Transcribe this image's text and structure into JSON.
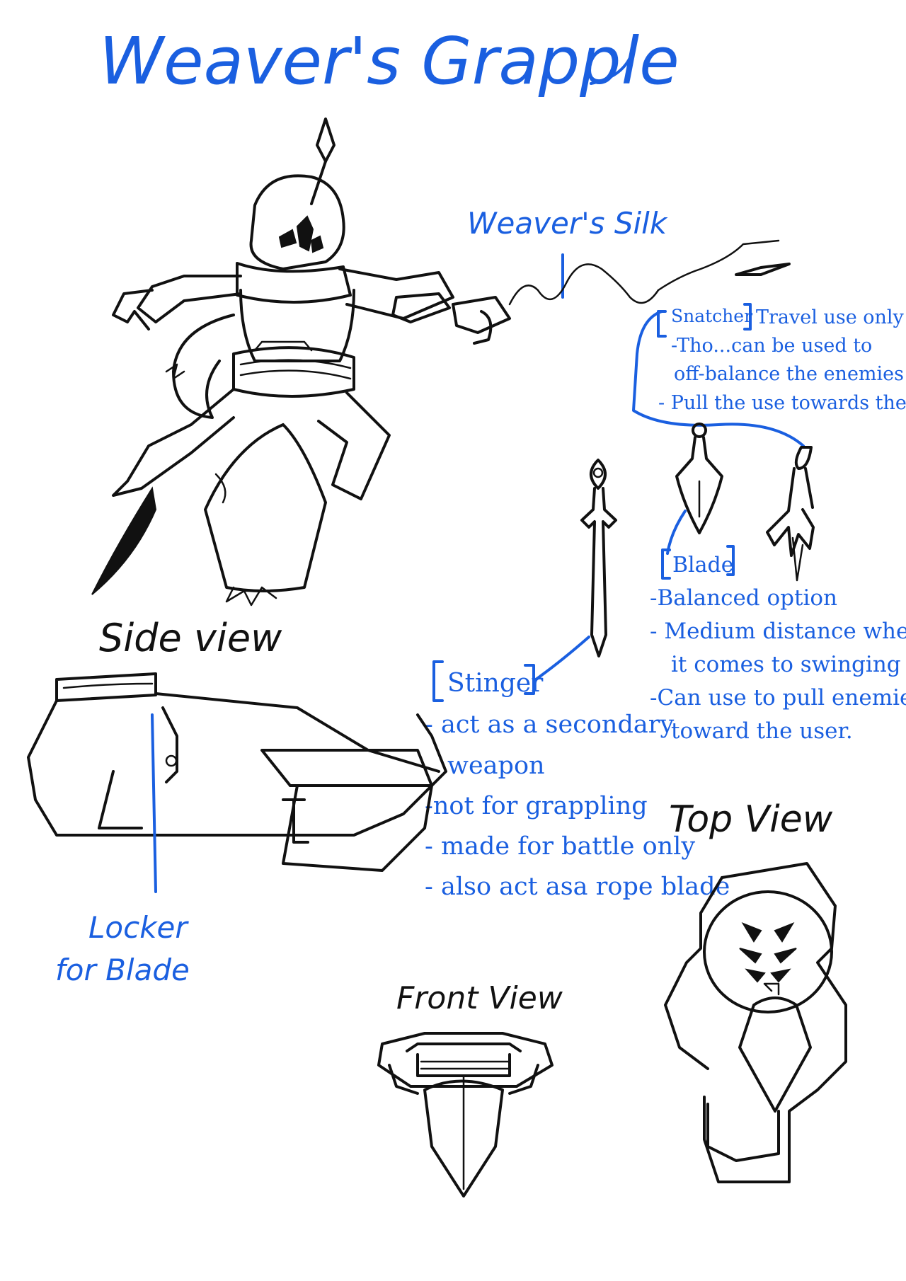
{
  "title": "Weaver's Grapple",
  "labels": {
    "weavers_silk": "Weaver's Silk",
    "side_view": "Side view",
    "top_view": "Top View",
    "front_view": "Front View",
    "locker_line1": "Locker",
    "locker_line2": "for Blade"
  },
  "snatcher": {
    "tag": "Snatcher",
    "lines": [
      "Travel use only",
      "-Tho...can be used to",
      "off-balance the enemies",
      "- Pull the use towards the enemy"
    ]
  },
  "blade": {
    "tag": "Blade",
    "lines": [
      "-Balanced option",
      "- Medium distance when",
      "it comes to swinging",
      "-Can use to pull enemies",
      "toward the user."
    ]
  },
  "stinger": {
    "tag": "Stinger",
    "lines": [
      "- act as a secondary",
      "weapon",
      "-not for grappling",
      "- made for battle only",
      "- also act asa rope blade"
    ]
  },
  "colors": {
    "annotation": "#1a5fe0",
    "ink": "#111111",
    "paper": "#ffffff"
  }
}
